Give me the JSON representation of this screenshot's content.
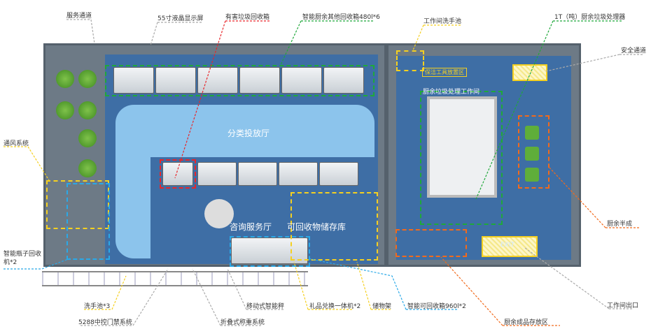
{
  "rooms": {
    "sorting_hall": "分类投放厅",
    "consult": "咨询服务厅",
    "recyclable_store": "可回收物储存库",
    "kitchen_room": "厨余垃圾处理工作间",
    "cleaning_area": "保洁工具放置区",
    "exit_sign": "EXIT"
  },
  "labels": {
    "service_channel": "服务通道",
    "lcd": "55寸液晶显示屏",
    "hazardous": "有害垃圾回收箱",
    "smart_bins": "智能厨余其他回收箱480l*6",
    "work_sink": "工作间洗手池",
    "processor": "1T（吨）厨余垃圾处理器",
    "safety_channel": "安全通道",
    "ventilation": "通风系统",
    "bottle_machine": "智能瓶子回收机*2",
    "semi_finished": "厨余半成",
    "work_exit": "工作间出口",
    "finished_area": "厨余成品存放区",
    "recycle_bins": "智能可回收箱960l*2",
    "shelf": "储物架",
    "gift_machine": "礼品兑换一体机*2",
    "scale": "移动式智能秤",
    "sinks": "洗手池*3",
    "access_control": "5288中控门禁系统",
    "folding_scale": "折叠式称重系统"
  },
  "colors": {
    "hazard": "#e8262a",
    "green": "#1fa83a",
    "yellow": "#f5d020",
    "orange": "#f26a1b",
    "blue": "#2aa9e8",
    "gray": "#aaaaaa"
  }
}
